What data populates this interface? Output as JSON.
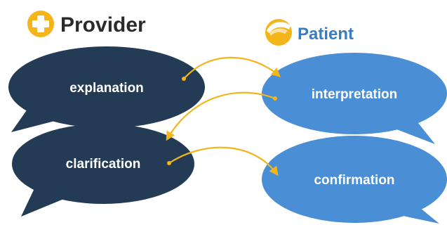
{
  "provider": {
    "heading": "Provider",
    "icon": "medical-cross-icon",
    "color": "#243b55",
    "bubbles": [
      {
        "label": "explanation"
      },
      {
        "label": "clarification"
      }
    ]
  },
  "patient": {
    "heading": "Patient",
    "icon": "patient-icon",
    "color": "#4a8fd6",
    "bubbles": [
      {
        "label": "interpretation"
      },
      {
        "label": "confirmation"
      }
    ]
  },
  "colors": {
    "provider_heading": "#2b2b2b",
    "patient_heading": "#3a7cc4",
    "accent": "#f3b519",
    "arrow": "#f3b519",
    "bubble_text": "#ffffff"
  }
}
